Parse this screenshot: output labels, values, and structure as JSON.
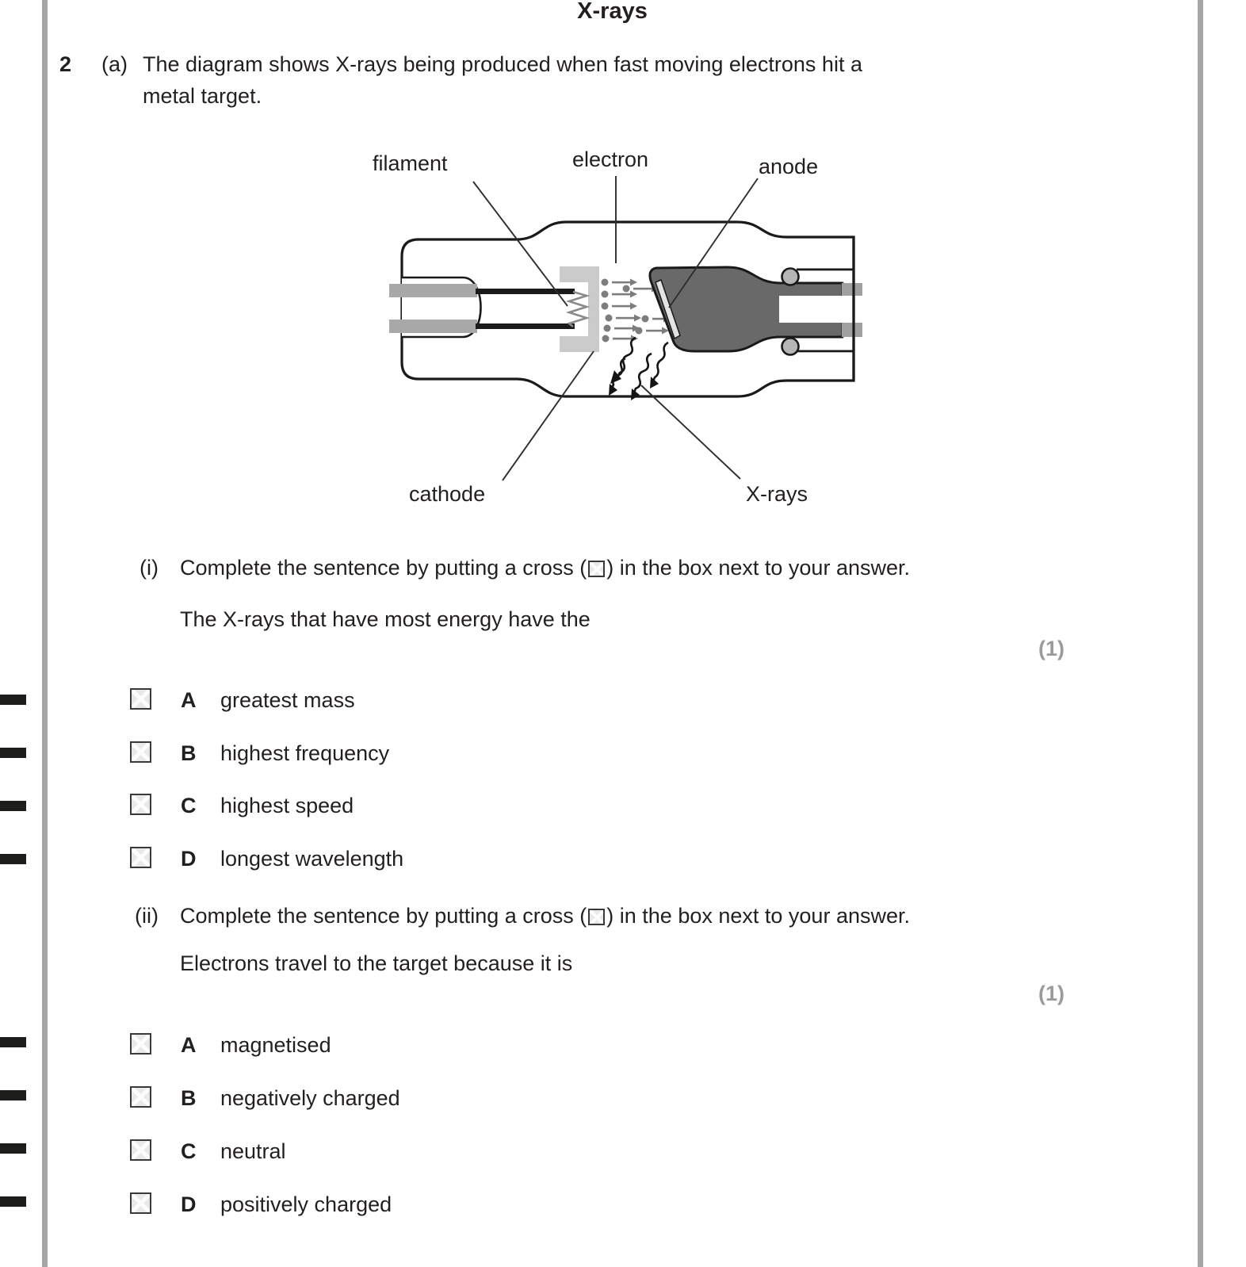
{
  "title": "X-rays",
  "question": {
    "number": "2",
    "part": "(a)",
    "line1": "The diagram shows X-rays being produced when fast moving electrons hit a",
    "line2": "metal target."
  },
  "diagram": {
    "labels": {
      "filament": "filament",
      "electron": "electron",
      "anode": "anode",
      "cathode": "cathode",
      "xrays": "X-rays"
    }
  },
  "part_i": {
    "marker": "(i)",
    "instruction_pre": "Complete the sentence by putting a cross (",
    "instruction_post": ") in the box next to your answer.",
    "stem": "The X-rays that have most energy have the",
    "marks": "(1)",
    "options": [
      {
        "letter": "A",
        "label": "greatest mass"
      },
      {
        "letter": "B",
        "label": "highest frequency"
      },
      {
        "letter": "C",
        "label": "highest speed"
      },
      {
        "letter": "D",
        "label": "longest wavelength"
      }
    ]
  },
  "part_ii": {
    "marker": "(ii)",
    "instruction_pre": "Complete the sentence by putting a cross (",
    "instruction_post": ") in the box next to your answer.",
    "stem": "Electrons travel to the target because it is",
    "marks": "(1)",
    "options": [
      {
        "letter": "A",
        "label": "magnetised"
      },
      {
        "letter": "B",
        "label": "negatively charged"
      },
      {
        "letter": "C",
        "label": "neutral"
      },
      {
        "letter": "D",
        "label": "positively charged"
      }
    ]
  },
  "colors": {
    "text": "#231f20",
    "marks_gray": "#9b9b9b",
    "rule_gray": "#a6a6a6",
    "checkbox_fill": "#e9e9e9",
    "anode_gray": "#696969",
    "cathode_gray": "#cbcbcb"
  }
}
